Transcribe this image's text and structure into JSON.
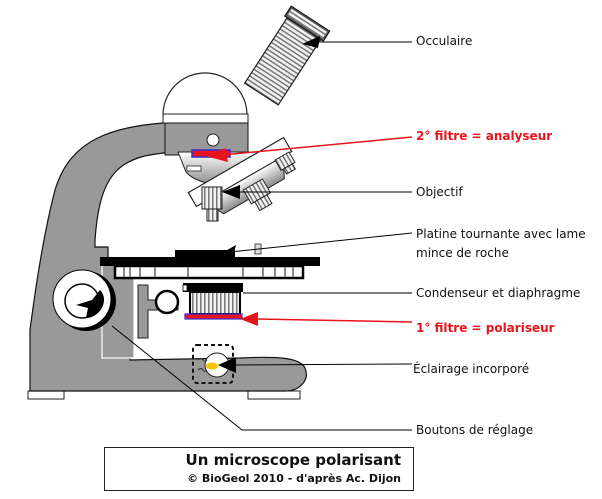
{
  "diagram": {
    "title": "Un microscope polarisant",
    "credit": "© BioGeol 2010 - d'après Ac. Dijon",
    "colors": {
      "body": "#999999",
      "outline": "#111111",
      "polarizer": "#e8141b",
      "polarizer_edge": "#3a2bd0",
      "lamp": "#f5c400",
      "highlight_label": "#e8141b"
    },
    "labels": [
      {
        "id": "occulaire",
        "text": "Occulaire",
        "highlight": false
      },
      {
        "id": "analyseur",
        "text": "2° filtre = analyseur",
        "highlight": true
      },
      {
        "id": "objectif",
        "text": "Objectif",
        "highlight": false
      },
      {
        "id": "platine",
        "text": "Platine tournante avec lame",
        "text2": "mince de roche",
        "highlight": false
      },
      {
        "id": "condenseur",
        "text": "Condenseur et diaphragme",
        "highlight": false
      },
      {
        "id": "polariseur",
        "text": "1° filtre = polariseur",
        "highlight": true
      },
      {
        "id": "eclairage",
        "text": "Éclairage incorporé",
        "highlight": false
      },
      {
        "id": "boutons",
        "text": "Boutons de réglage",
        "highlight": false
      }
    ]
  }
}
